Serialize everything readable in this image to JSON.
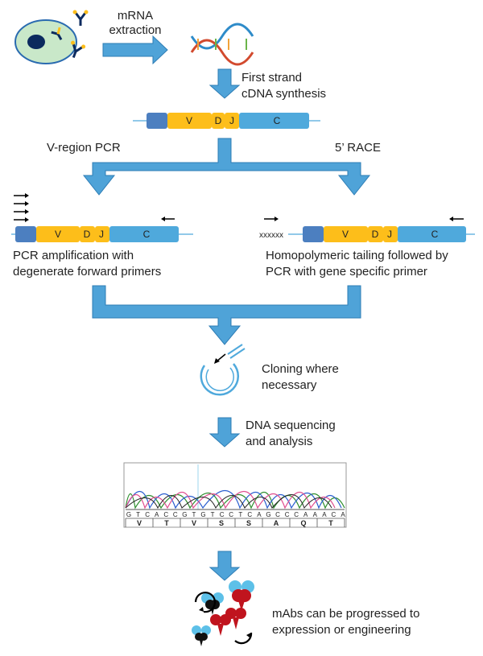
{
  "steps": {
    "mrna": [
      "mRNA",
      "extraction"
    ],
    "first_strand": [
      "First strand",
      "cDNA synthesis"
    ],
    "vregion": "V-region PCR",
    "race": "5’ RACE",
    "pcr_amp": [
      "PCR amplification with",
      "degenerate forward primers"
    ],
    "homopolymeric": [
      "Homopolymeric tailing followed by",
      "PCR with gene specific primer"
    ],
    "cloning": [
      "Cloning where",
      "necessary"
    ],
    "sequencing": [
      "DNA sequencing",
      "and analysis"
    ],
    "mabs": [
      "mAbs can be progressed to",
      "expression or engineering"
    ]
  },
  "segments": {
    "v": "V",
    "d": "D",
    "j": "J",
    "c": "C"
  },
  "tail": "xxxxxx",
  "sequence": {
    "bases": [
      "G",
      "T",
      "C",
      "A",
      "C",
      "C",
      "G",
      "T",
      "G",
      "T",
      "C",
      "C",
      "T",
      "C",
      "A",
      "G",
      "C",
      "C",
      "C",
      "A",
      "A",
      "A",
      "C",
      "A"
    ],
    "amino_acids": [
      "V",
      "T",
      "V",
      "S",
      "S",
      "A",
      "Q",
      "T"
    ]
  },
  "colors": {
    "arrow": "#4FA3D8",
    "arrow_edge": "#2E7DB5",
    "v_segment": "#FDBE1A",
    "c_segment": "#4FA9DC",
    "leader": "#4C7FC0",
    "cell": "#C9E8C9",
    "nucleus": "#0B2A5E",
    "antibody_red": "#C0141E",
    "antibody_light": "#5DC0E8"
  }
}
